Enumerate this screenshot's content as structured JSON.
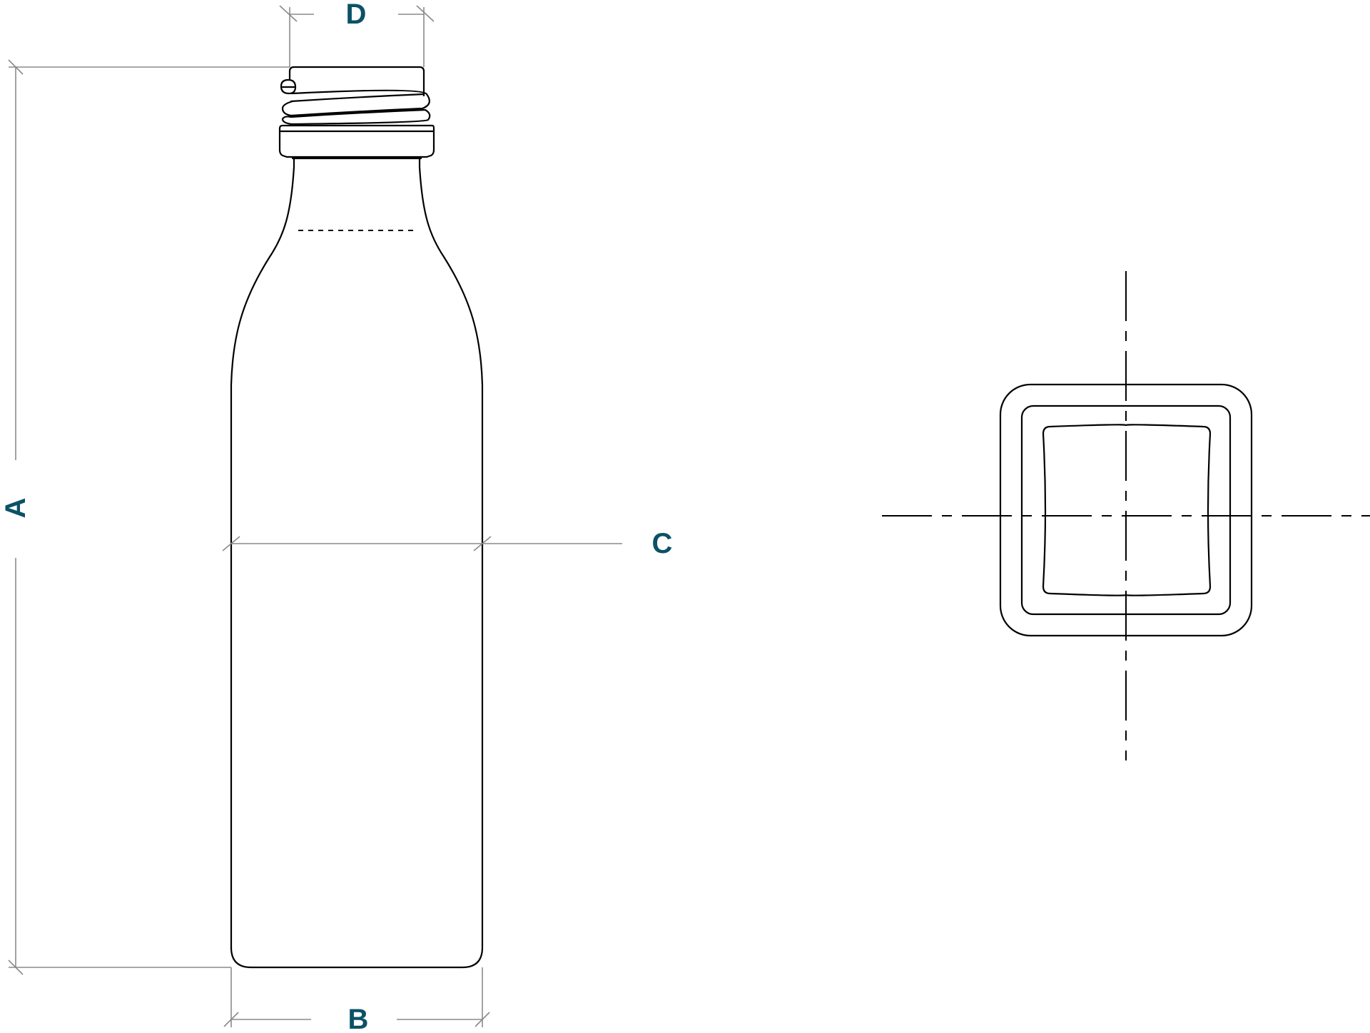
{
  "colors": {
    "label": "#0c5166",
    "outline": "#000000",
    "dimension_line": "#8a8a8a",
    "background": "#ffffff"
  },
  "dimensions": {
    "height_label": "A",
    "base_width_label": "B",
    "body_width_label": "C",
    "neck_diameter_label": "D"
  },
  "views": {
    "side": "bottle-side-elevation",
    "top": "bottle-top-plan"
  }
}
